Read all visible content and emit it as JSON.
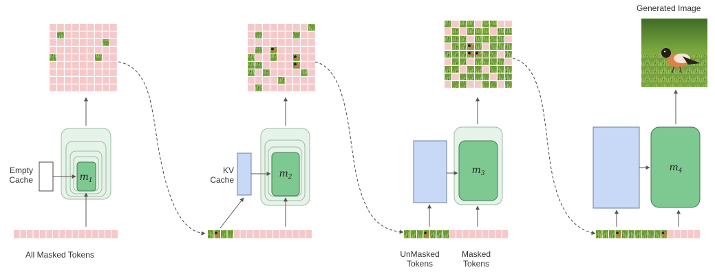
{
  "labels": {
    "empty_cache": [
      "Empty",
      "Cache"
    ],
    "kv_cache": [
      "KV",
      "Cache"
    ],
    "all_masked_tokens": "All Masked Tokens",
    "unmasked_tokens": [
      "UnMasked",
      "Tokens"
    ],
    "masked_tokens": [
      "Masked",
      "Tokens"
    ],
    "generated_image": "Generated Image"
  },
  "stages": [
    {
      "model_label": "m",
      "subscript": "1"
    },
    {
      "model_label": "m",
      "subscript": "2"
    },
    {
      "model_label": "m",
      "subscript": "3"
    },
    {
      "model_label": "m",
      "subscript": "4"
    }
  ],
  "colors": {
    "mask_pink": "#f5c9ca",
    "model_green": "#7ec892",
    "model_green_border": "#3f7a4f",
    "wrapper_green": "#e6f3e8",
    "wrapper_border": "#9fb8a3",
    "cache_blue": "#c8d8f7",
    "cache_border": "#6b7da8",
    "arrow": "#555555"
  },
  "icons": [
    "grass-patch-icon",
    "bird-patch-icon"
  ]
}
